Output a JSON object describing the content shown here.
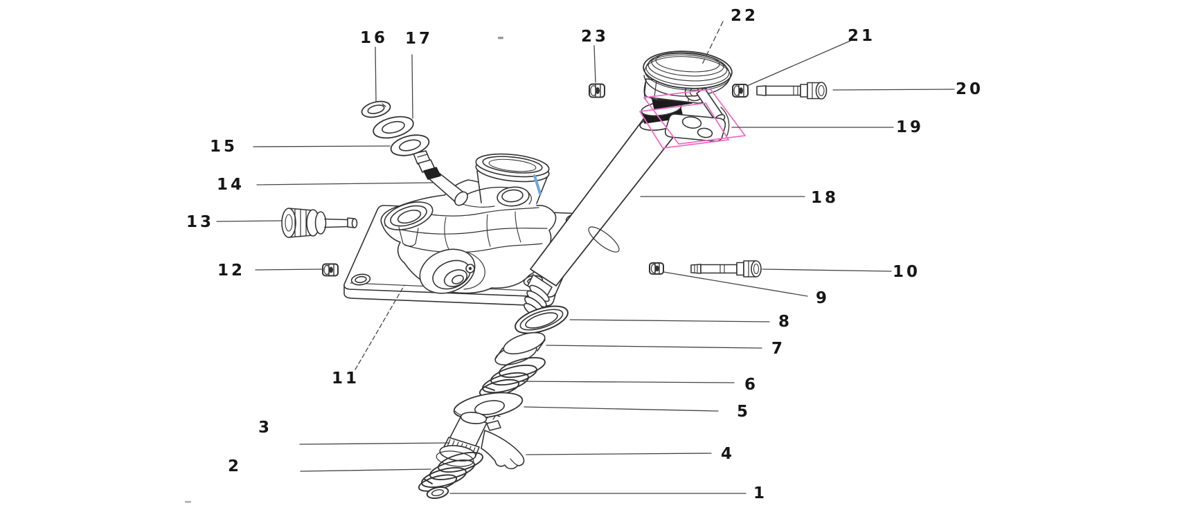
{
  "diagram": {
    "type": "exploded-parts-diagram",
    "background_color": "#ffffff",
    "line_color": "#333333",
    "highlight_pink": "#ee6cc6",
    "highlight_blue": "#6fa8dc",
    "callouts": [
      {
        "label": "1"
      },
      {
        "label": "2"
      },
      {
        "label": "3"
      },
      {
        "label": "4"
      },
      {
        "label": "5"
      },
      {
        "label": "6"
      },
      {
        "label": "7"
      },
      {
        "label": "8"
      },
      {
        "label": "9"
      },
      {
        "label": "10"
      },
      {
        "label": "11"
      },
      {
        "label": "12"
      },
      {
        "label": "13"
      },
      {
        "label": "14"
      },
      {
        "label": "15"
      },
      {
        "label": "16"
      },
      {
        "label": "17"
      },
      {
        "label": "18"
      },
      {
        "label": "19"
      },
      {
        "label": "20"
      },
      {
        "label": "21"
      },
      {
        "label": "22"
      },
      {
        "label": "23"
      }
    ]
  }
}
